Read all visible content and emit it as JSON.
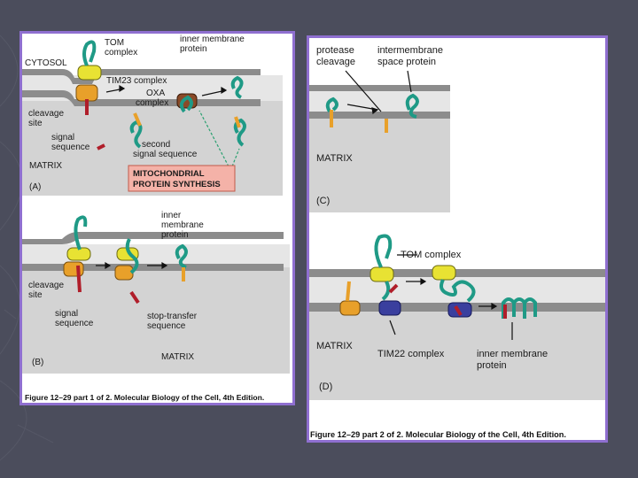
{
  "panel_A": {
    "tom_complex": [
      "TOM",
      "complex"
    ],
    "inner_membrane_protein": [
      "inner membrane",
      "protein"
    ],
    "cytosol": "CYTOSOL",
    "tim23_complex": "TIM23 complex",
    "oxa_complex": [
      "OXA",
      "complex"
    ],
    "cleavage_site": [
      "cleavage",
      "site"
    ],
    "signal_sequence": [
      "signal",
      "sequence"
    ],
    "second_signal_sequence": [
      "second",
      "signal sequence"
    ],
    "matrix": "MATRIX",
    "panel_letter": "(A)",
    "mitochondrial_protein_synthesis": [
      "MITOCHONDRIAL",
      "PROTEIN SYNTHESIS"
    ]
  },
  "panel_B": {
    "inner_membrane_protein": [
      "inner",
      "membrane",
      "protein"
    ],
    "cleavage_site": [
      "cleavage",
      "site"
    ],
    "signal_sequence": [
      "signal",
      "sequence"
    ],
    "stop_transfer_sequence": [
      "stop-transfer",
      "sequence"
    ],
    "matrix": "MATRIX",
    "panel_letter": "(B)"
  },
  "panel_C": {
    "protease_cleavage": [
      "protease",
      "cleavage"
    ],
    "intermembrane_space_protein": [
      "intermembrane",
      "space protein"
    ],
    "matrix": "MATRIX",
    "panel_letter": "(C)"
  },
  "panel_D": {
    "tom_complex": "TOM complex",
    "matrix": "MATRIX",
    "tim22_complex": "TIM22 complex",
    "inner_membrane_protein": [
      "inner membrane",
      "protein"
    ],
    "panel_letter": "(D)"
  },
  "captions": {
    "left": "Figure 12–29 part 1 of 2. Molecular Biology of the Cell, 4th Edition.",
    "right": "Figure 12–29 part 2 of 2. Molecular Biology of the Cell, 4th Edition."
  },
  "colors": {
    "slide_background": "#4b4d5c",
    "frame_border": "#8f6fd0",
    "membrane": "#8c8c8c",
    "intermembrane_space": "#e6e6e6",
    "matrix_fill": "#cfcfcf",
    "protein_chain": "#1f9a86",
    "tom_complex": "#e8e233",
    "tim23_complex": "#e8a02a",
    "oxa_complex": "#8a4a28",
    "tim22_complex": "#3a3f9e",
    "signal_sequence": "#b01e2a",
    "synthesis_box": "#f4b2a8"
  }
}
